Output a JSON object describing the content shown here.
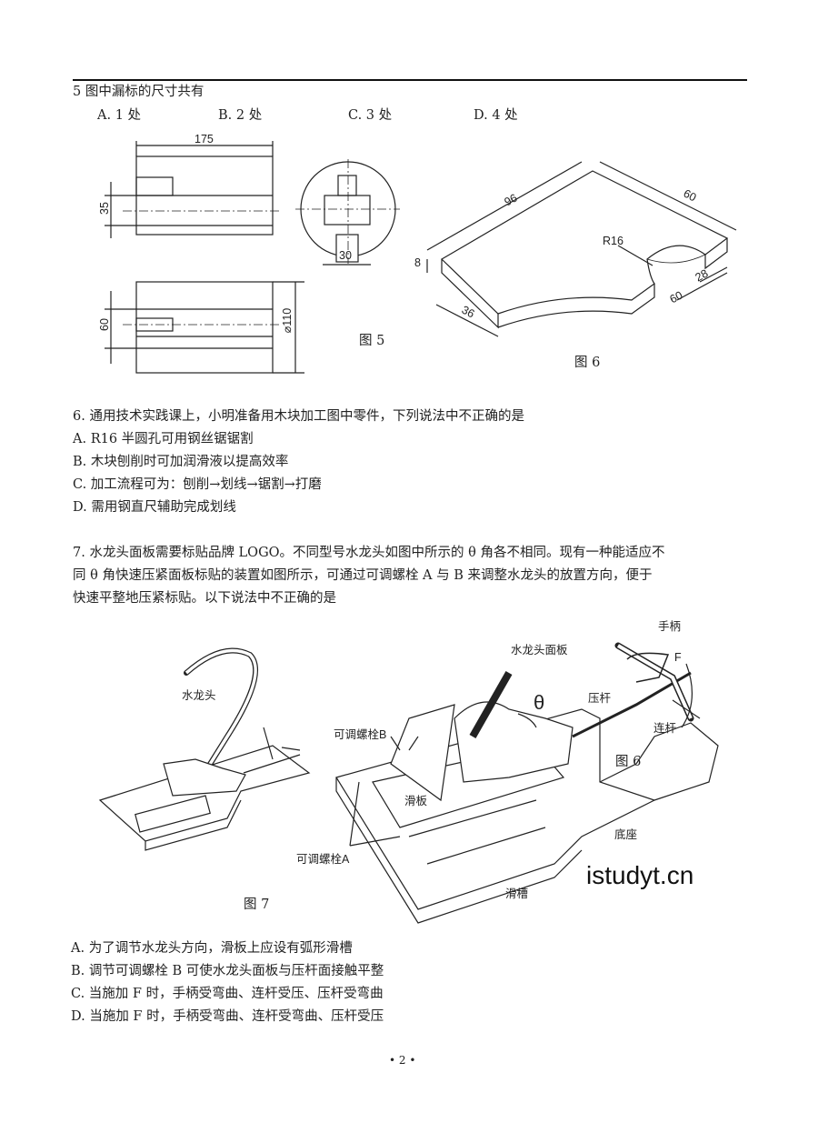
{
  "q5": {
    "stem": "5 图中漏标的尺寸共有",
    "options": [
      "A. 1 处",
      "B. 2 处",
      "C. 3 处",
      "D. 4 处"
    ],
    "fig5": {
      "dim_width": "175",
      "dim_height": "35",
      "dim_slot": "30",
      "dim_bottom_height": "60",
      "dim_diameter": "⌀110",
      "caption": "图 5"
    },
    "fig6": {
      "dim_96": "96",
      "dim_60_top": "60",
      "radius": "R16",
      "dim_8": "8",
      "dim_28": "28",
      "dim_60_side": "60",
      "dim_36": "36",
      "caption": "图 6"
    }
  },
  "q6": {
    "stem": "6. 通用技术实践课上，小明准备用木块加工图中零件，下列说法中不正确的是",
    "options": [
      "A. R16 半圆孔可用钢丝锯锯割",
      "B. 木块刨削时可加润滑液以提高效率",
      "C. 加工流程可为：刨削→划线→锯割→打磨",
      "D. 需用钢直尺辅助完成划线"
    ]
  },
  "q7": {
    "stem_lines": [
      "7. 水龙头面板需要标贴品牌 LOGO。不同型号水龙头如图中所示的 θ 角各不相同。现有一种能适应不",
      "同 θ 角快速压紧面板标贴的装置如图所示，可通过可调螺栓 A 与 B 来调整水龙头的放置方向，便于",
      "快速平整地压紧标贴。以下说法中不正确的是"
    ],
    "figure_labels": {
      "handle": "手柄",
      "faucet_panel": "水龙头面板",
      "force": "F",
      "theta": "θ",
      "press_rod": "压杆",
      "faucet": "水龙头",
      "bolt_b": "可调螺栓B",
      "link_rod": "连杆",
      "fig6_caption": "图 6",
      "slide_plate": "滑板",
      "base": "底座",
      "bolt_a": "可调螺栓A",
      "slide_groove": "滑槽",
      "fig7_caption": "图 7"
    },
    "watermark": "istudyt.cn",
    "options": [
      "A. 为了调节水龙头方向，滑板上应设有弧形滑槽",
      "B. 调节可调螺栓 B 可使水龙头面板与压杆面接触平整",
      "C. 当施加 F 时，手柄受弯曲、连杆受压、压杆受弯曲",
      "D. 当施加 F 时，手柄受弯曲、连杆受弯曲、压杆受压"
    ]
  },
  "page_number": "• 2 •"
}
